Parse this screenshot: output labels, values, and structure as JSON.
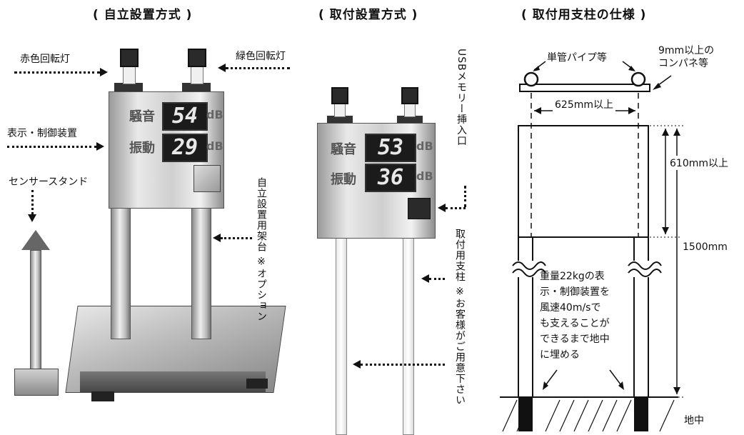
{
  "headings": {
    "freestanding": "( 自立設置方式 )",
    "mounted": "( 取付設置方式 )",
    "pole_spec": "( 取付用支柱の仕様 )"
  },
  "freestanding": {
    "red_lamp": "赤色回転灯",
    "green_lamp": "緑色回転灯",
    "display_unit": "表示・制御装置",
    "sensor_stand": "センサースタンド",
    "frame": "自立設置用架台 ※オプション",
    "noise_label": "騒音",
    "noise_value": "54",
    "vibration_label": "振動",
    "vibration_value": "29",
    "unit": "dB"
  },
  "mounted": {
    "usb_port": "USBメモリー挿入口",
    "pole": "取付用支柱 ※お客様がご用意下さい",
    "noise_label": "騒音",
    "noise_value": "53",
    "vibration_label": "振動",
    "vibration_value": "36",
    "unit": "dB"
  },
  "pole_spec": {
    "pipe": "単管パイプ等",
    "plywood": "9mm以上の\nコンパネ等",
    "width": "625mm以上",
    "upper_height": "610mm以上",
    "total_height": "1500mm",
    "note": "重量22kgの表\n示・制御装置を\n風速40m/sで\nも支えることが\nできるまで地中\nに埋める",
    "ground": "地中"
  }
}
